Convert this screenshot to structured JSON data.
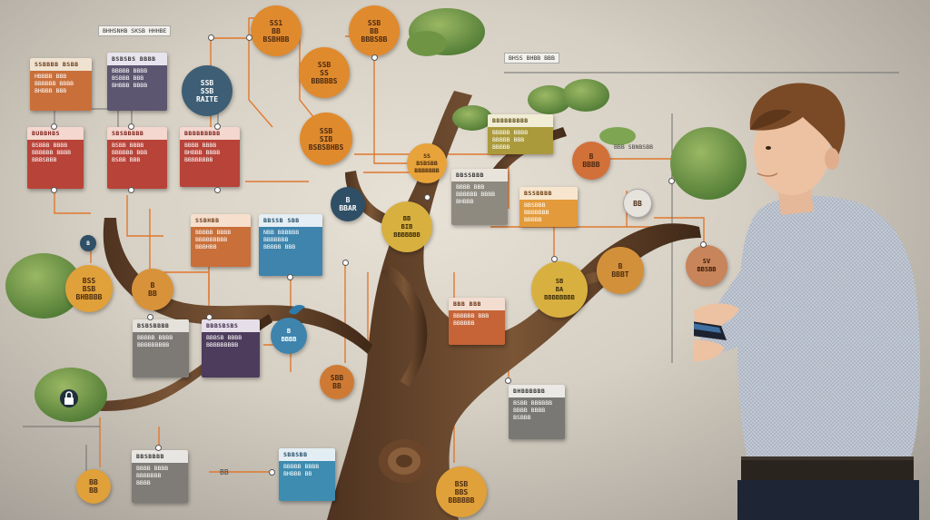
{
  "labels": {
    "top_left_tag": "BHHSNHB SKSB HHHBE",
    "top_right_tag": "BHSS BHBB BBB",
    "right_tag": "BBB SBNBSBB",
    "bottom_mid_tag": "BB"
  },
  "cards": [
    {
      "id": "c1",
      "head": "SSBBBB BSBB",
      "body": "HBBBB BBB\nBBBBBB BBBB\nBHBBB BBB",
      "color": "#c96f3a",
      "head_bg": "#efe2d0"
    },
    {
      "id": "c2",
      "head": "BSBSBS BBBB",
      "body": "BBBBB BBBB\nBSBBB BBB\nBHBBB BBBB",
      "color": "#5c5670",
      "head_bg": "#e7e4ee"
    },
    {
      "id": "c3",
      "head": "BUBBHBS",
      "body": "BSBBB BBBB\nBBBBBB BBBB\nBBBSBBB",
      "color": "#b84338",
      "head_bg": "#f4d7cf"
    },
    {
      "id": "c4",
      "head": "SBSBBBBB",
      "body": "BSBB BBBB\nBBBBBB BBB\nBSBB BBB",
      "color": "#b84338",
      "head_bg": "#f4d7cf"
    },
    {
      "id": "c5",
      "head": "BBBBBBBBB",
      "body": "BBBB BBBB\nBHBBB BBBB\nBBBBBBBB",
      "color": "#b84338",
      "head_bg": "#f4d7cf"
    },
    {
      "id": "c6",
      "head": "SSBHBB",
      "body": "BBBBB BBBB\nBBBBBBBBB\nBBBHBB",
      "color": "#c96f3a",
      "head_bg": "#f6dfcc"
    },
    {
      "id": "c7",
      "head": "BBSSB SBB",
      "body": "NBB BBBBBB\nBBBBBBB\nBBBBB BBB",
      "color": "#3e84ad",
      "head_bg": "#e4eef4"
    },
    {
      "id": "c8",
      "head": "BSBSBBBB",
      "body": "BBBBB BBBB\nBBBBBBBBB",
      "color": "#7d7a76",
      "head_bg": "#e5e2dc"
    },
    {
      "id": "c9",
      "head": "BBBSBSBS",
      "body": "BBBSB BBBB\nBBBBBBBBB",
      "color": "#4d3c5c",
      "head_bg": "#e6dfe9"
    },
    {
      "id": "c10",
      "head": "BBSSBBB",
      "body": "BBBB BBB\nBBBBBB BBBB\nBHBBB",
      "color": "#8e8a7f",
      "head_bg": "#e8e4db"
    },
    {
      "id": "c11",
      "head": "BBBBBBBBB",
      "body": "BBBBB BBBB\nBBBBB BBB\nBBBBB",
      "color": "#aa9a3b",
      "head_bg": "#f1ecd4"
    },
    {
      "id": "c12",
      "head": "BSSBBBB",
      "body": "BBSBBB\nBBBBBBB\nBBBBB",
      "color": "#e39a3a",
      "head_bg": "#f7e6cd"
    },
    {
      "id": "c13",
      "head": "BBB BBB",
      "body": "BBBBBB BBB\nBBBBBB",
      "color": "#c66437",
      "head_bg": "#f3ddd0"
    },
    {
      "id": "c14",
      "head": "BHBBBBBB",
      "body": "BSBB BBBBBB\nBBBB BBBB\nBSBBB",
      "color": "#7a7874",
      "head_bg": "#ebe9e5"
    },
    {
      "id": "c15",
      "head": "BBSBBBB",
      "body": "BBBB BBBB\nBBBBBBB\nBBBB",
      "color": "#7f7b76",
      "head_bg": "#e8e6e2"
    },
    {
      "id": "c16",
      "head": "SBBSBB",
      "body": "BBBBB BBBB\nBHBBB BB",
      "color": "#3e8cb0",
      "head_bg": "#e3eef4"
    }
  ],
  "bubbles": [
    {
      "id": "b1",
      "text": "SS1\nBB\nBSBHBB",
      "color": "#e08a2e",
      "fg": "#4a2a10"
    },
    {
      "id": "b2",
      "text": "SSB\nBB\nBBBSBB",
      "color": "#e08a2e",
      "fg": "#4a2a10"
    },
    {
      "id": "b3",
      "text": "SSB\nSS\nBBBBBS",
      "color": "#e08a2e",
      "fg": "#4a2a10"
    },
    {
      "id": "b4",
      "text": "SSB\nSSB\nRAITE",
      "color": "#3d5e74",
      "fg": "#ffffff"
    },
    {
      "id": "b5",
      "text": "SSB\nSIB\nBSBSBHBS",
      "color": "#e08a2e",
      "fg": "#4a2a10"
    },
    {
      "id": "b6",
      "text": "SS\nBSBSBB\nBBBBBBB",
      "color": "#e8a33a",
      "fg": "#4a2a10"
    },
    {
      "id": "b7",
      "text": "B\nBBAR",
      "color": "#2f4f66",
      "fg": "#ffffff"
    },
    {
      "id": "b8",
      "text": "BB\nBIB\nBBBBBBB",
      "color": "#d8b040",
      "fg": "#3a2a08"
    },
    {
      "id": "b9",
      "text": "B\nBBBB",
      "color": "#d2703a",
      "fg": "#4a2a10"
    },
    {
      "id": "b10",
      "text": "SB\nBA\nBBBBBBBB",
      "color": "#d8b040",
      "fg": "#3a2a08"
    },
    {
      "id": "b11",
      "text": "B\nBBBT",
      "color": "#d2903a",
      "fg": "#4a2a10"
    },
    {
      "id": "b12",
      "text": "SV\nBBSBB",
      "color": "#c8845a",
      "fg": "#3a1a08"
    },
    {
      "id": "b13",
      "text": "BSS\nBSB\nBHBBBB",
      "color": "#e0a03a",
      "fg": "#4a2a10"
    },
    {
      "id": "b14",
      "text": "B\nBB",
      "color": "#d8923a",
      "fg": "#4a2a10"
    },
    {
      "id": "b15",
      "text": "SBB\nBB",
      "color": "#cf7a34",
      "fg": "#4a2a10"
    },
    {
      "id": "b16",
      "text": "BB\nBB",
      "color": "#e0a03a",
      "fg": "#4a2a10"
    },
    {
      "id": "b17",
      "text": "BSB\nBBS\nBBBBBB",
      "color": "#e0a03a",
      "fg": "#4a2a10"
    },
    {
      "id": "b18",
      "text": "BB",
      "color": "#d98a3a",
      "fg": "#4a2a10"
    },
    {
      "id": "b19",
      "text": "B\nBBBB",
      "color": "#3e84ad",
      "fg": "#ffffff"
    },
    {
      "id": "b20",
      "text": "B",
      "color": "#2f4f66",
      "fg": "#ffffff"
    }
  ]
}
